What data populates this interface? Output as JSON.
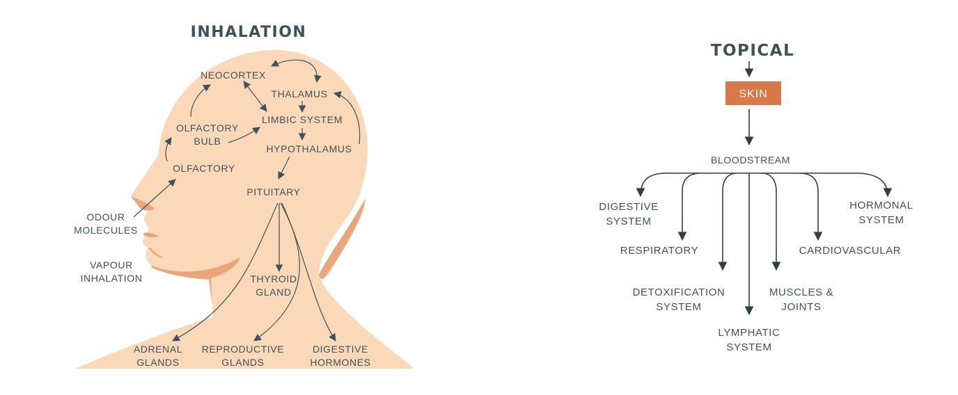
{
  "colors": {
    "head": "#fbd9b8",
    "shadow": "#e9a67a",
    "text": "#3d525a",
    "skin_box": "#d9794a"
  },
  "inhalation": {
    "title": "INHALATION",
    "labels": {
      "neocortex": "NEOCORTEX",
      "thalamus": "THALAMUS",
      "limbic": "LIMBIC SYSTEM",
      "olfactory_bulb_1": "OLFACTORY",
      "olfactory_bulb_2": "BULB",
      "hypothalamus": "HYPOTHALAMUS",
      "olfactory": "OLFACTORY",
      "pituitary": "PITUITARY",
      "odour_1": "ODOUR",
      "odour_2": "MOLECULES",
      "vapour_1": "VAPOUR",
      "vapour_2": "INHALATION",
      "thyroid_1": "THYROID",
      "thyroid_2": "GLAND",
      "adrenal_1": "ADRENAL",
      "adrenal_2": "GLANDS",
      "reproductive_1": "REPRODUCTIVE",
      "reproductive_2": "GLANDS",
      "digestive_1": "DIGESTIVE",
      "digestive_2": "HORMONES"
    }
  },
  "topical": {
    "title": "TOPICAL",
    "skin": "SKIN",
    "bloodstream": "BLOODSTREAM",
    "labels": {
      "digestive_1": "DIGESTIVE",
      "digestive_2": "SYSTEM",
      "respiratory": "RESPIRATORY",
      "detox_1": "DETOXIFICATION",
      "detox_2": "SYSTEM",
      "lymphatic_1": "LYMPHATIC",
      "lymphatic_2": "SYSTEM",
      "muscles_1": "MUSCLES &",
      "muscles_2": "JOINTS",
      "cardio": "CARDIOVASCULAR",
      "hormonal_1": "HORMONAL",
      "hormonal_2": "SYSTEM"
    }
  }
}
